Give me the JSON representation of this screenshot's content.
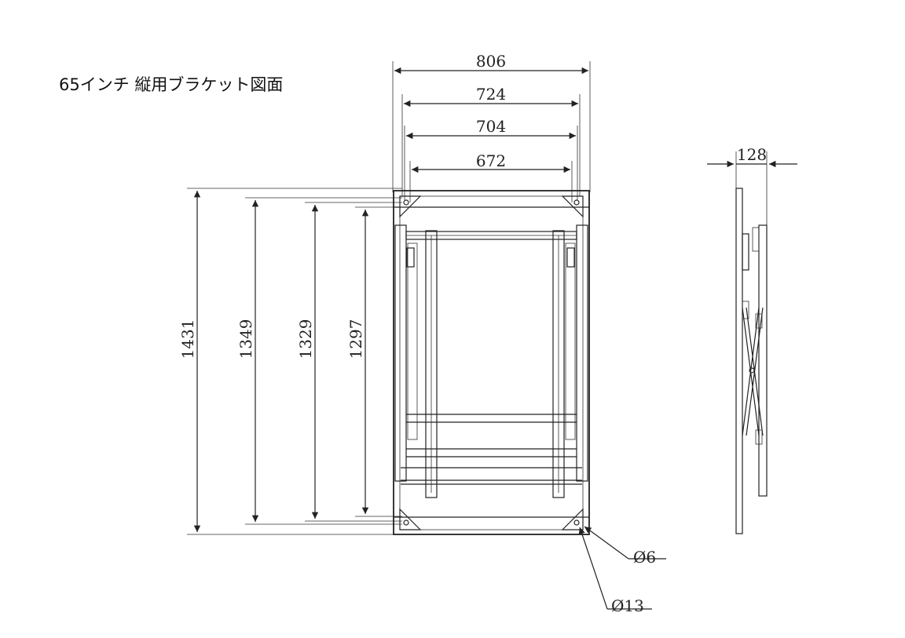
{
  "title": "65インチ  縦用ブラケット図面",
  "front_view": {
    "width_dims": [
      "806",
      "724",
      "704",
      "672"
    ],
    "height_dims": [
      "1431",
      "1349",
      "1329",
      "1297"
    ]
  },
  "side_view": {
    "depth_dim": "128"
  },
  "holes": {
    "small": "Ø6",
    "large": "Ø13"
  },
  "colors": {
    "line": "#222222",
    "background": "#ffffff"
  }
}
